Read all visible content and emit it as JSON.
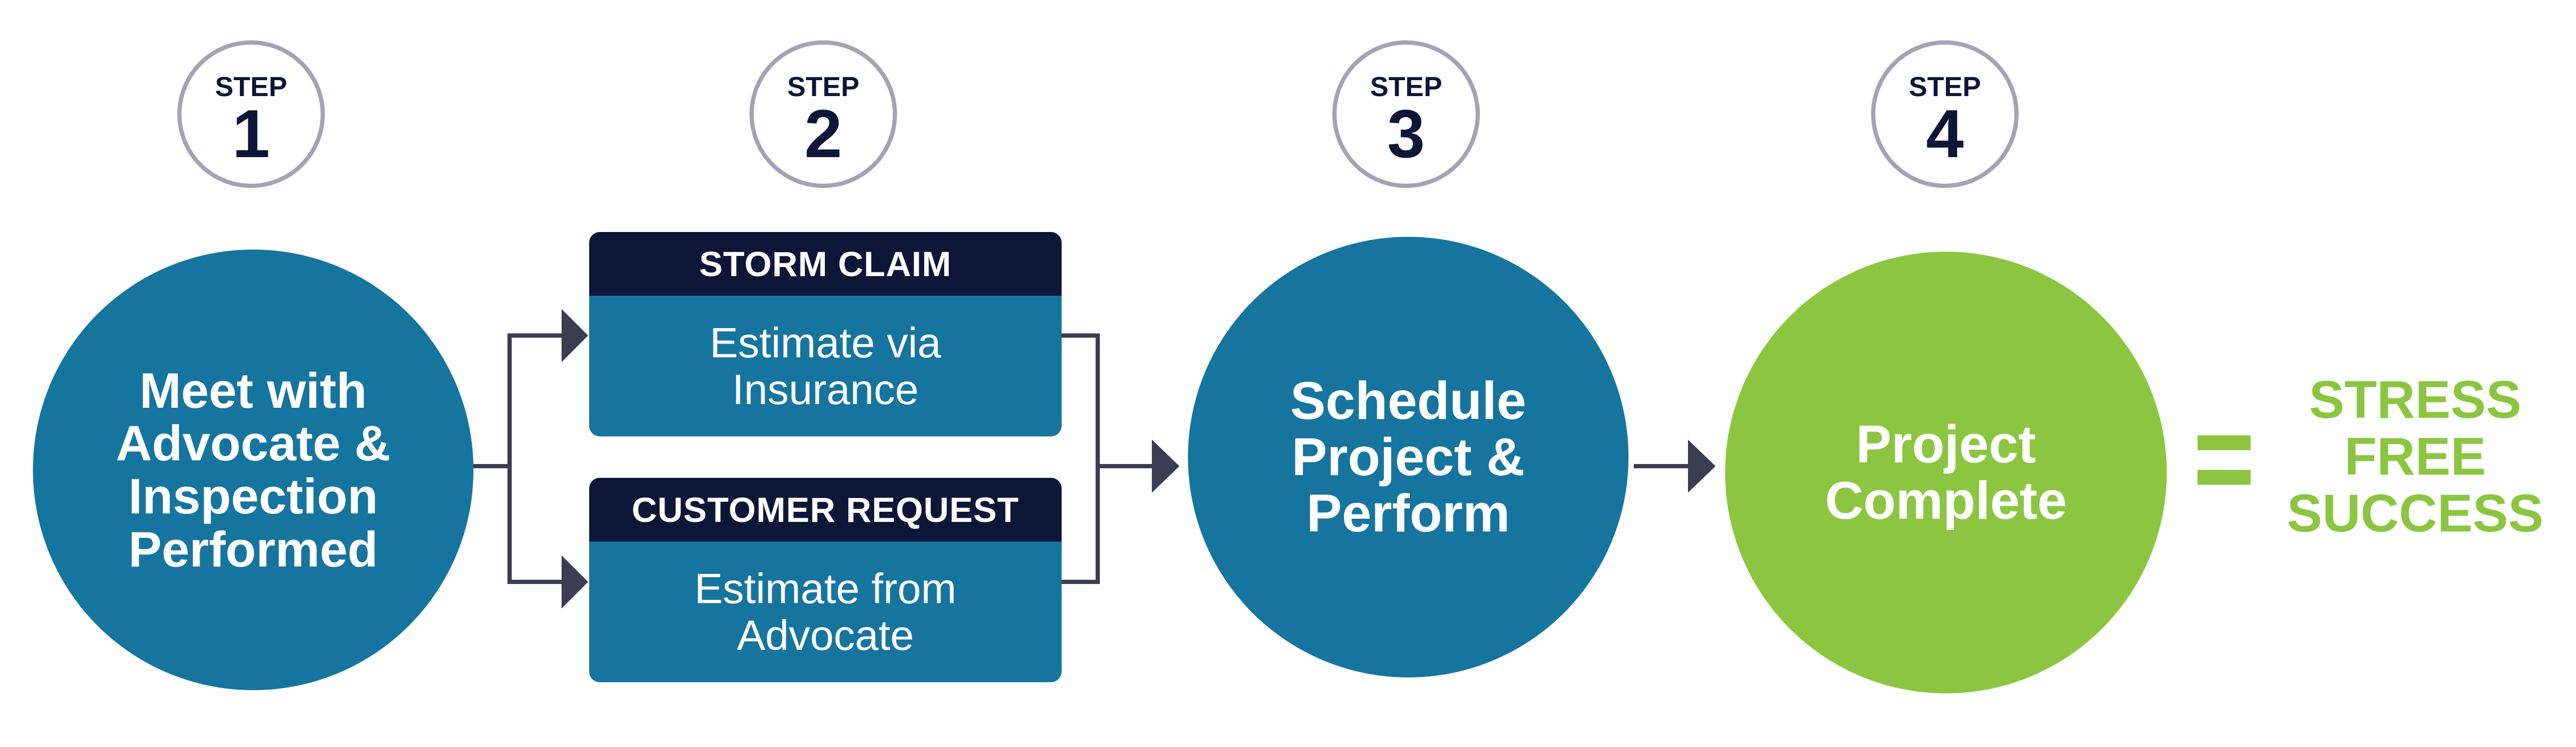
{
  "steps": [
    {
      "label": "STEP",
      "number": "1"
    },
    {
      "label": "STEP",
      "number": "2"
    },
    {
      "label": "STEP",
      "number": "3"
    },
    {
      "label": "STEP",
      "number": "4"
    }
  ],
  "circles": {
    "step1": "Meet with\nAdvocate &\nInspection\nPerformed",
    "step3": "Schedule\nProject &\nPerform",
    "step4": "Project\nComplete"
  },
  "cards": [
    {
      "header": "STORM CLAIM",
      "body": "Estimate via\nInsurance"
    },
    {
      "header": "CUSTOMER REQUEST",
      "body": "Estimate from\nAdvocate"
    }
  ],
  "equals": "=",
  "result": "STRESS\nFREE\nSUCCESS",
  "colors": {
    "navy": "#0e1638",
    "blue": "#16759f",
    "green": "#8cc641",
    "connector": "#3c3c52",
    "badge_ring": "#a3a3b5"
  }
}
